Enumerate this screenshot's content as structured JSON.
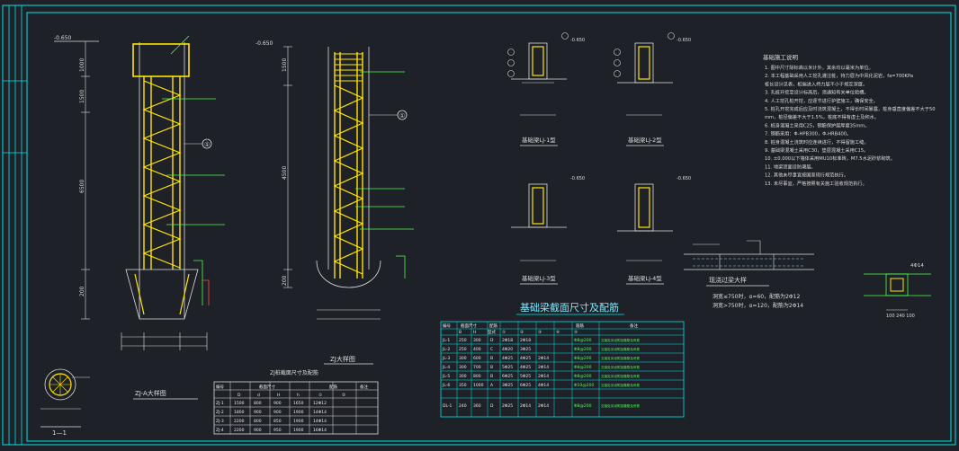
{
  "colors": {
    "background": "#1e2228",
    "frame": "#00e6e6",
    "rebar": "#ffe400",
    "dimension": "#e8e8e8",
    "grid": "#00e6e6",
    "hatch": "#9ed2ff",
    "leader_green": "#4cff4c",
    "leader_red": "#ff4a4a"
  },
  "pile_left": {
    "top_level": "-0.650",
    "dims": [
      "1000",
      "1500",
      "6500",
      "200"
    ],
    "section_mark": "①"
  },
  "pile_middle": {
    "top_level": "-0.650",
    "dims": [
      "1500",
      "4500",
      "200"
    ],
    "section_mark": "①"
  },
  "labels": {
    "zj_detail_title": "ZJ-A大样图",
    "zj_detail2_title": "ZJ大样图",
    "section_title": "1—1",
    "beam_section_table_title": "基础梁截面尺寸及配筋",
    "pile_table_title": "ZJ桩截面尺寸及配筋",
    "lj1": "基础梁LJ-1型",
    "lj2": "基础梁LJ-2型",
    "lj3": "基础梁LJ-3型",
    "lj4": "基础梁LJ-4型",
    "notes_header": "基础施工说明",
    "lintel_detail": "现浇过梁大样",
    "lintel_note1": "洞宽≤750时，α=60，配筋为2Φ12",
    "lintel_note2": "洞宽>750时，α=120，配筋为2Φ14",
    "detail_dim": "4Φ14",
    "detail_dims_bottom": "100  240  100",
    "beam_level": "-0.650"
  },
  "beam_table": {
    "headers": [
      "编号",
      "截面尺寸",
      "",
      "配筋",
      "",
      "",
      "",
      "",
      "箍筋",
      "备注"
    ],
    "sub_headers": [
      "B",
      "H",
      "型式",
      "①",
      "②",
      "③",
      "④",
      "⑤"
    ],
    "rows": [
      [
        "JL-1",
        "250",
        "300",
        "D",
        "2Φ18",
        "2Φ18",
        "",
        "",
        "Φ8@200",
        "交接处另设附加箍筋及吊筋"
      ],
      [
        "JL-2",
        "250",
        "400",
        "C",
        "4Φ20",
        "3Φ25",
        "",
        "",
        "Φ8@200",
        "交接处另设附加箍筋及吊筋"
      ],
      [
        "JL-3",
        "300",
        "600",
        "B",
        "4Φ25",
        "4Φ25",
        "2Φ14",
        "",
        "Φ8@200",
        "交接处另设附加箍筋及吊筋"
      ],
      [
        "JL-4",
        "300",
        "700",
        "B",
        "5Φ25",
        "4Φ25",
        "2Φ14",
        "",
        "Φ8@200",
        "交接处另设附加箍筋及吊筋"
      ],
      [
        "JL-5",
        "300",
        "800",
        "B",
        "6Φ25",
        "5Φ25",
        "2Φ14",
        "",
        "Φ8@200",
        "交接处另设附加箍筋及吊筋"
      ],
      [
        "JL-6",
        "350",
        "1000",
        "A",
        "3Φ25",
        "6Φ25",
        "4Φ14",
        "",
        "Φ10@200",
        "交接处另设附加箍筋及吊筋"
      ],
      [
        "DL-1",
        "240",
        "360",
        "D",
        "2Φ25",
        "2Φ14",
        "2Φ14",
        "",
        "Φ8@200",
        "交接处另设附加箍筋及吊筋"
      ]
    ]
  },
  "pile_table": {
    "headers": [
      "编号",
      "截面尺寸",
      "",
      "",
      "",
      "配筋",
      "",
      "备注"
    ],
    "sub_headers": [
      "D",
      "d",
      "H",
      "h",
      "①",
      "②"
    ],
    "rows": [
      [
        "ZJ-1",
        "1500",
        "800",
        "900",
        "1650",
        "12Φ12",
        ""
      ],
      [
        "ZJ-2",
        "1800",
        "900",
        "900",
        "1900",
        "14Φ14",
        ""
      ],
      [
        "ZJ-3",
        "2200",
        "800",
        "850",
        "1900",
        "14Φ14",
        ""
      ],
      [
        "ZJ-4",
        "2200",
        "900",
        "950",
        "1900",
        "16Φ14",
        ""
      ]
    ]
  },
  "notes": [
    "1. 图中尺寸除标高以米计外，其余均以毫米为单位。",
    "2. 本工程基础采用人工挖孔灌注桩，持力层为中风化泥岩，fa=700KPa",
    "   桩长设计见表，桩端进入持力层不小于规定深度。",
    "3. 孔桩开挖至设计标高后，须通知有关单位验槽。",
    "4. 人工挖孔桩开挖，应逐节进行护壁施工，确保安全。",
    "5. 桩孔开挖完成后应及时浇筑混凝土，不得长时间暴露，桩身垂直度偏差不大于50",
    "   mm，桩径偏差不大于1.5%，桩底不得有虚土及积水。",
    "6. 桩身混凝土采用C25，钢筋保护层厚度35mm。",
    "7. 钢筋采用：Φ-HPB300，Φ-HRB400。",
    "8. 桩身混凝土浇筑时应连续进行，不得留施工缝。",
    "9. 基础梁混凝土采用C30，垫层混凝土采用C15。",
    "10. ±0.000以下墙体采用MU10标准砖，M7.5水泥砂浆砌筑。",
    "11. 地梁顶面设防潮层。",
    "12. 其他未尽事宜按国家现行规范执行。",
    "13. 未尽事宜，严格按照有关施工验收规范执行。"
  ]
}
